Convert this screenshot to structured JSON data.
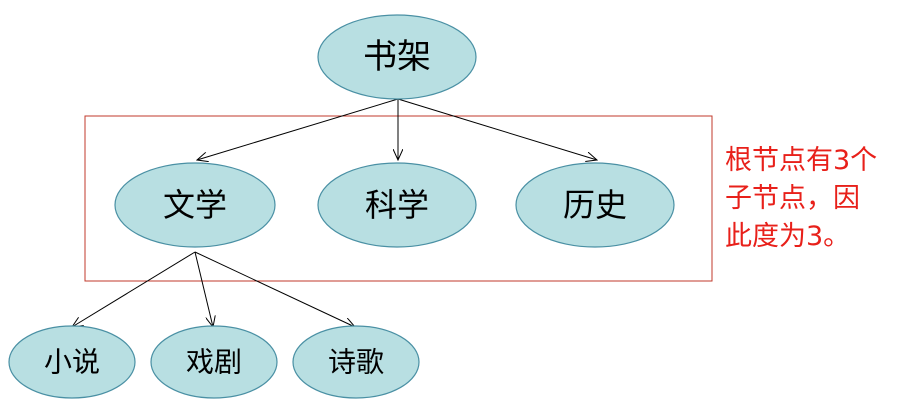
{
  "diagram": {
    "root": "书架",
    "level1": [
      "文学",
      "科学",
      "历史"
    ],
    "level2": [
      "小说",
      "戏剧",
      "诗歌"
    ]
  },
  "annotation": {
    "lines": [
      "根节点有3个",
      "子节点，因",
      "此度为3。"
    ]
  },
  "colors": {
    "node_fill": "#b8dfe2",
    "node_stroke": "#4a90a4",
    "box_stroke": "#c0392b",
    "annotation_text": "#e8201a"
  }
}
